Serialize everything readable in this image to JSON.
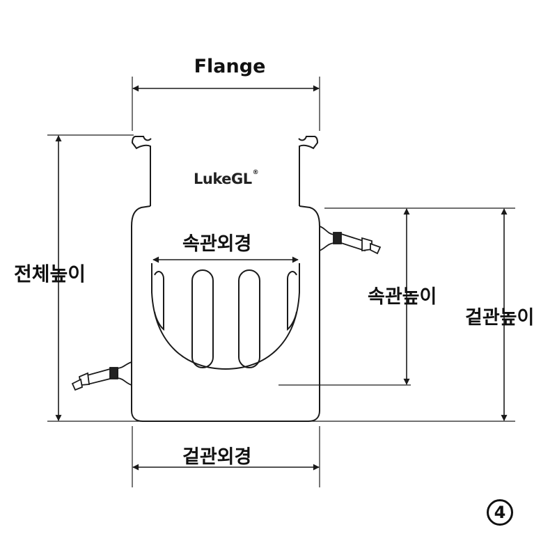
{
  "labels": {
    "flange": "Flange",
    "brand": "LukeGL",
    "brand_mark": "®",
    "inner_outer_diameter": "속관외경",
    "total_height": "전체높이",
    "inner_height": "속관높이",
    "outer_height": "겉관높이",
    "outer_outer_diameter": "겉관외경",
    "figure_number": "4"
  },
  "colors": {
    "line": "#1a1a1a",
    "text": "#111111",
    "background": "#ffffff"
  }
}
